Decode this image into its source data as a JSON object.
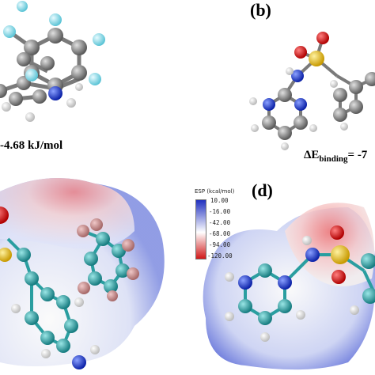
{
  "panels": {
    "b": {
      "label": "(b)"
    },
    "d": {
      "label": "(d)"
    }
  },
  "energies": {
    "a_text": "-4.68 kJ/mol",
    "b_prefix": "ΔE",
    "b_sub": "binding",
    "b_suffix": "= -7"
  },
  "colorbar": {
    "title": "ESP (kcal/mol)",
    "ticks": [
      "10.00",
      "-16.00",
      "-42.00",
      "-68.00",
      "-94.00",
      "-120.00"
    ],
    "colors": {
      "top": "#2030c0",
      "mid": "#ffffff",
      "bottom": "#d01818"
    }
  },
  "atom_colors": {
    "carbon": "#808080",
    "esp_carbon": "#2a9ea0",
    "nitrogen": "#1e3fd0",
    "oxygen": "#e01010",
    "sulfur": "#e8c020",
    "fluorine": "#8ee0ee",
    "esp_fluorine": "#c88a8a",
    "hydrogen": "#f2f2f2"
  }
}
